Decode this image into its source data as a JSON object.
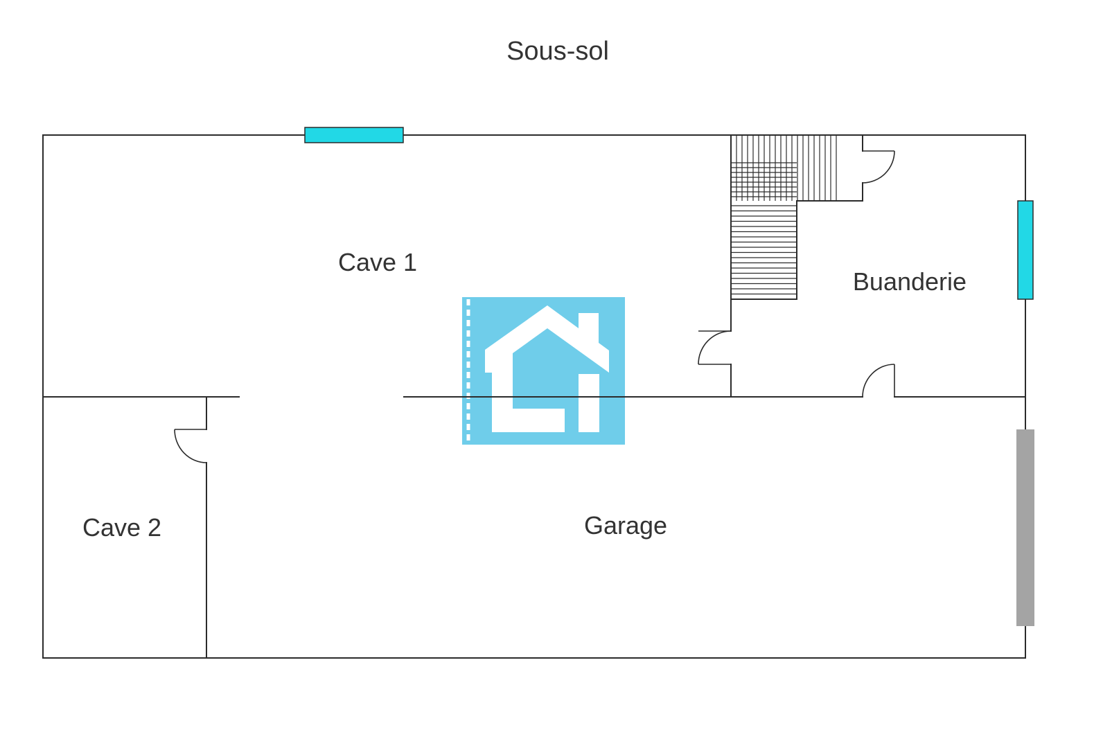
{
  "plan": {
    "title": "Sous-sol",
    "rooms": {
      "cave1": "Cave 1",
      "cave2": "Cave 2",
      "garage": "Garage",
      "buanderie": "Buanderie"
    }
  },
  "colors": {
    "wall": "#2b2b2b",
    "window": "#22d8e6",
    "garage_door": "#a4a4a4",
    "watermark": "#6fcdea",
    "text": "#333333"
  },
  "icons": {
    "watermark": "house-logo-icon"
  }
}
